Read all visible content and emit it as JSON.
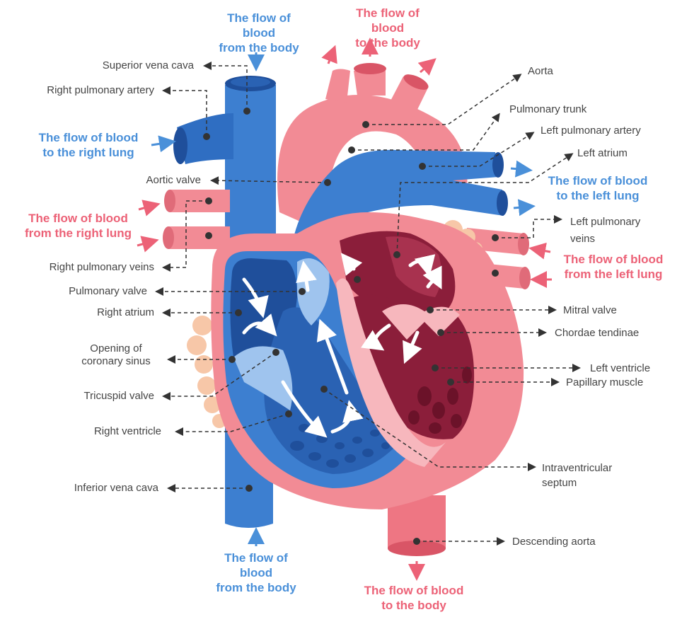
{
  "colors": {
    "blue_label": "#4a90d9",
    "red_label": "#ec6277",
    "vein_blue": "#3d7fd0",
    "vein_dark": "#1f4f9b",
    "vein_light": "#9fc4ee",
    "artery_pink": "#f28b95",
    "artery_light": "#f7b7bd",
    "chamber_dark_red": "#8b1e3a",
    "chamber_red": "#b02a4a",
    "text": "#444444",
    "leader": "#333333"
  },
  "flow_labels": {
    "top_from_body": "The flow of blood\nfrom the body",
    "top_to_body": "The flow of blood\nto the body",
    "to_right_lung": "The flow of blood\nto the right lung",
    "from_right_lung": "The flow of blood\nfrom the right lung",
    "to_left_lung": "The flow of blood\nto the left lung",
    "from_left_lung": "The flow of blood\nfrom the left lung",
    "bottom_from_body": "The flow of blood\nfrom the body",
    "bottom_to_body": "The flow of blood\nto the body"
  },
  "labels": {
    "superior_vena_cava": "Superior vena cava",
    "right_pulmonary_artery": "Right pulmonary artery",
    "aortic_valve": "Aortic valve",
    "right_pulmonary_veins": "Right pulmonary veins",
    "pulmonary_valve": "Pulmonary valve",
    "right_atrium": "Right atrium",
    "opening_coronary_sinus": "Opening of\ncoronary sinus",
    "tricuspid_valve": "Tricuspid valve",
    "right_ventricle": "Right ventricle",
    "inferior_vena_cava": "Inferior vena cava",
    "aorta": "Aorta",
    "pulmonary_trunk": "Pulmonary trunk",
    "left_pulmonary_artery": "Left pulmonary artery",
    "left_atrium": "Left atrium",
    "left_pulmonary_veins": "Left pulmonary\nveins",
    "mitral_valve": "Mitral valve",
    "chordae_tendinae": "Chordae tendinae",
    "left_ventricle": "Left ventricle",
    "papillary_muscle": "Papillary muscle",
    "intraventricular_septum": "Intraventricular\nseptum",
    "descending_aorta": "Descending aorta"
  }
}
